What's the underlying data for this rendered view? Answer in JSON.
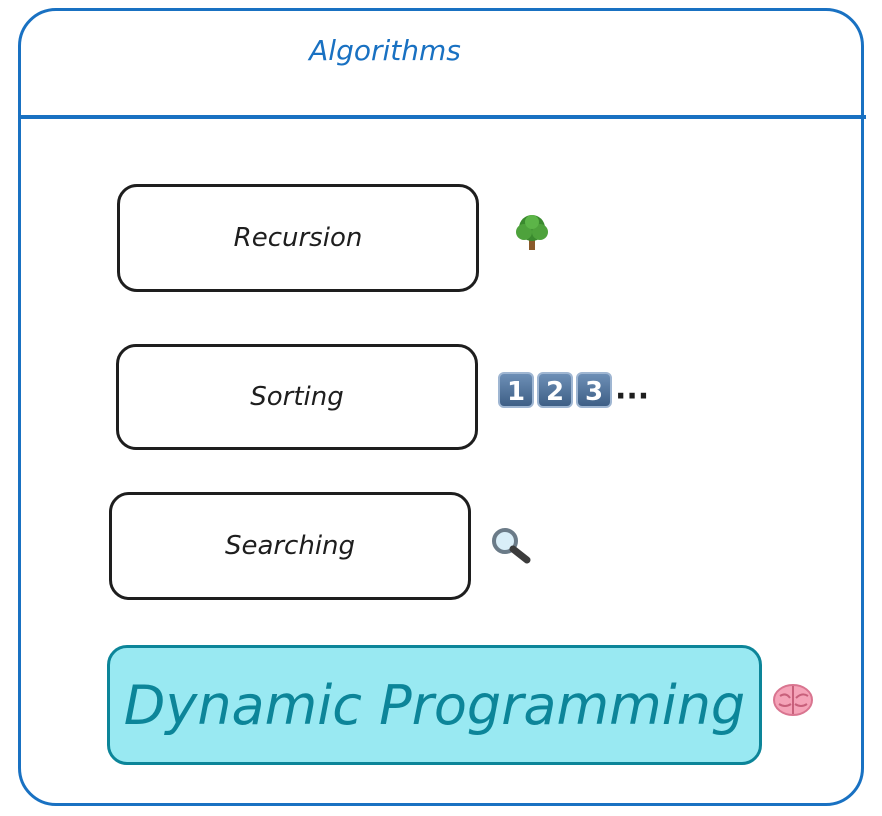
{
  "container": {
    "title": "Algorithms",
    "color": "#1971c2"
  },
  "topics": [
    {
      "label": "Recursion",
      "icon": "tree-icon"
    },
    {
      "label": "Sorting",
      "icon": "numbers-icon",
      "icon_text": [
        "1",
        "2",
        "3"
      ],
      "icon_suffix": "..."
    },
    {
      "label": "Searching",
      "icon": "magnifying-glass-icon"
    }
  ],
  "highlight": {
    "label": "Dynamic Programming",
    "icon": "brain-icon",
    "fill": "#99e9f2",
    "stroke": "#0c8599"
  }
}
